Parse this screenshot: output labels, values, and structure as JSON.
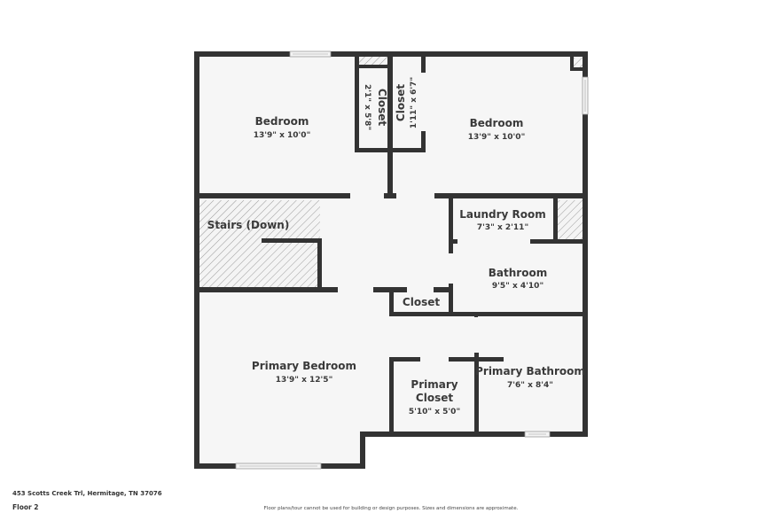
{
  "floorplan": {
    "address": "453 Scotts Creek Trl, Hermitage, TN 37076",
    "floor": "Floor 2",
    "disclaimer": "Floor plans/tour cannot be used for building or design purposes. Sizes and dimensions are approximate.",
    "colors": {
      "wall": "#333333",
      "room_fill": "#f6f6f6",
      "background": "#ffffff",
      "hatch": "#999999",
      "text": "#3a3a3a"
    },
    "rooms": {
      "bedroom_left": {
        "name": "Bedroom",
        "dims": "13'9\" x 10'0\""
      },
      "closet_left": {
        "name": "Closet",
        "dims": "2'1\" x 5'8\""
      },
      "closet_right": {
        "name": "Closet",
        "dims": "1'11\" x 6'7\""
      },
      "bedroom_right": {
        "name": "Bedroom",
        "dims": "13'9\" x 10'0\""
      },
      "stairs": {
        "name": "Stairs (Down)",
        "dims": ""
      },
      "laundry": {
        "name": "Laundry Room",
        "dims": "7'3\" x 2'11\""
      },
      "bathroom": {
        "name": "Bathroom",
        "dims": "9'5\" x 4'10\""
      },
      "hall_closet": {
        "name": "Closet",
        "dims": ""
      },
      "primary_bedroom": {
        "name": "Primary Bedroom",
        "dims": "13'9\" x 12'5\""
      },
      "primary_closet": {
        "name_line1": "Primary",
        "name_line2": "Closet",
        "dims": "5'10\" x 5'0\""
      },
      "primary_bathroom": {
        "name": "Primary Bathroom",
        "dims": "7'6\" x 8'4\""
      }
    }
  }
}
